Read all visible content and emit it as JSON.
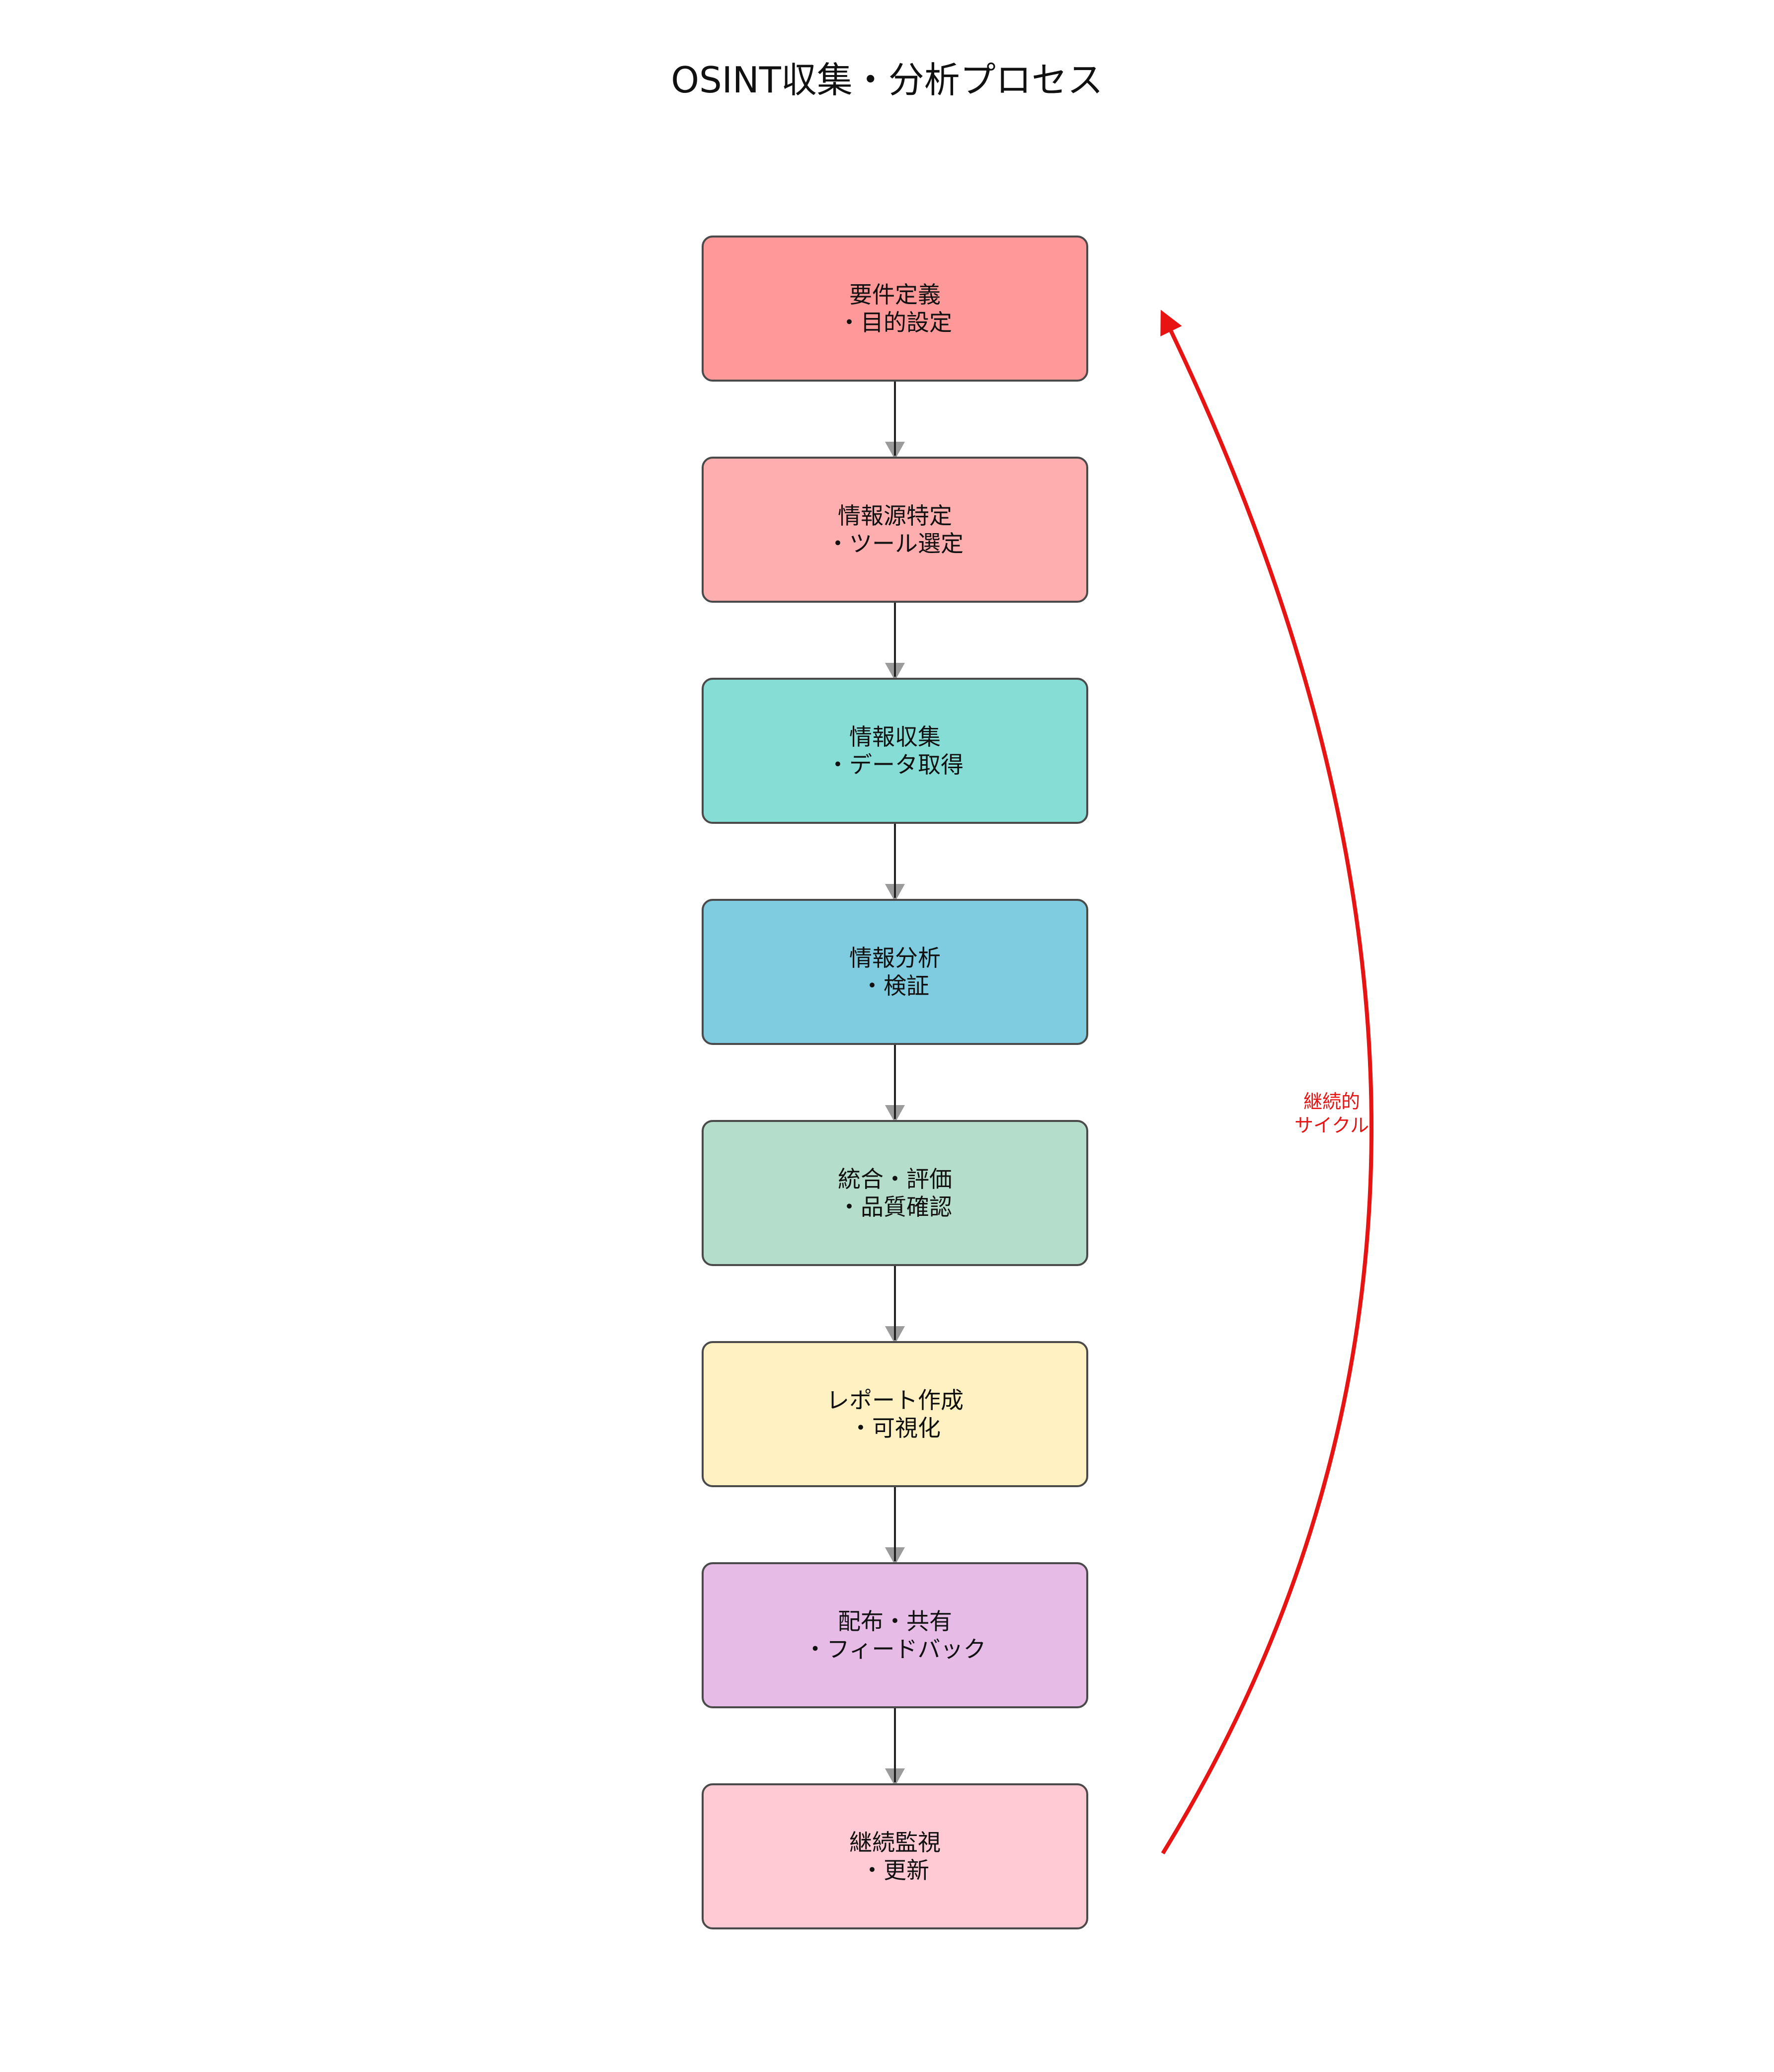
{
  "diagram": {
    "title": "OSINT収集・分析プロセス",
    "nodes": [
      {
        "line1": "要件定義",
        "line2": "・目的設定",
        "color": "#ff9999"
      },
      {
        "line1": "情報源特定",
        "line2": "・ツール選定",
        "color": "#ffaeb0"
      },
      {
        "line1": "情報収集",
        "line2": "・データ取得",
        "color": "#86ddd6"
      },
      {
        "line1": "情報分析",
        "line2": "・検証",
        "color": "#7fcbe0"
      },
      {
        "line1": "統合・評価",
        "line2": "・品質確認",
        "color": "#b4ddcb"
      },
      {
        "line1": "レポート作成",
        "line2": "・可視化",
        "color": "#fff1c2"
      },
      {
        "line1": "配布・共有",
        "line2": "・フィードバック",
        "color": "#e6bce6"
      },
      {
        "line1": "継続監視",
        "line2": "・更新",
        "color": "#ffcad3"
      }
    ],
    "edge_color": "#222222",
    "feedback": {
      "label_line1": "継続的",
      "label_line2": "サイクル",
      "color": "#e81313"
    }
  }
}
